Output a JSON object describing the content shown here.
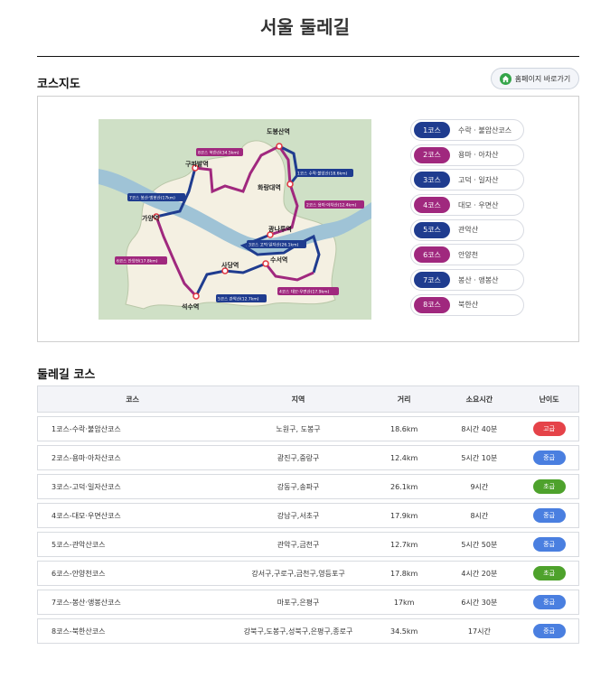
{
  "header": {
    "title": "서울 둘레길"
  },
  "map_section": {
    "title": "코스지도",
    "home_button_label": "홈페이지 바로가기",
    "map_labels": {
      "stations": [
        "도봉산역",
        "구파발역",
        "화랑대역",
        "가양역",
        "광나루역",
        "사당역",
        "수서역",
        "석수역"
      ],
      "course_tags": [
        "8코스 북한산(34.5km)",
        "1코스 수락·불암산(18.6km)",
        "7코스 봉산·앵봉산(17km)",
        "2코스 용마·아차산(12.4km)",
        "3코스 고덕·일자산(26.1km)",
        "6코스 안양천(17.8km)",
        "5코스 관악산(12.7km)",
        "4코스 대모·우면산(17.9km)"
      ]
    },
    "legend": [
      {
        "badge": "1코스",
        "label": "수락 · 불암산코스",
        "color": "#1f3c8f"
      },
      {
        "badge": "2코스",
        "label": "용마 · 아차산",
        "color": "#a0287e"
      },
      {
        "badge": "3코스",
        "label": "고덕 · 일자산",
        "color": "#1f3c8f"
      },
      {
        "badge": "4코스",
        "label": "대모 · 우면산",
        "color": "#a0287e"
      },
      {
        "badge": "5코스",
        "label": "관악산",
        "color": "#1f3c8f"
      },
      {
        "badge": "6코스",
        "label": "안양천",
        "color": "#a0287e"
      },
      {
        "badge": "7코스",
        "label": "봉산 · 앵봉산",
        "color": "#1f3c8f"
      },
      {
        "badge": "8코스",
        "label": "북한산",
        "color": "#a0287e"
      }
    ]
  },
  "courses_section": {
    "title": "둘레길 코스",
    "headers": {
      "course": "코스",
      "area": "지역",
      "distance": "거리",
      "time": "소요시간",
      "level": "난이도"
    },
    "rows": [
      {
        "course": "1코스-수락·불암산코스",
        "area": "노원구, 도봉구",
        "distance": "18.6km",
        "time": "8시간 40분",
        "level": "고급",
        "level_color": "#e54349"
      },
      {
        "course": "2코스-용마·아차산코스",
        "area": "광진구,중랑구",
        "distance": "12.4km",
        "time": "5시간 10분",
        "level": "중급",
        "level_color": "#4a7fe0"
      },
      {
        "course": "3코스-고덕·일자산코스",
        "area": "강동구,송파구",
        "distance": "26.1km",
        "time": "9시간",
        "level": "초급",
        "level_color": "#4ea22c"
      },
      {
        "course": "4코스-대모·우면산코스",
        "area": "강남구,서초구",
        "distance": "17.9km",
        "time": "8시간",
        "level": "중급",
        "level_color": "#4a7fe0"
      },
      {
        "course": "5코스-관악산코스",
        "area": "관악구,금천구",
        "distance": "12.7km",
        "time": "5시간 50분",
        "level": "중급",
        "level_color": "#4a7fe0"
      },
      {
        "course": "6코스-안양천코스",
        "area": "강서구,구로구,금천구,영등포구",
        "distance": "17.8km",
        "time": "4시간 20분",
        "level": "초급",
        "level_color": "#4ea22c"
      },
      {
        "course": "7코스-봉산·앵봉산코스",
        "area": "마포구,은평구",
        "distance": "17km",
        "time": "6시간 30분",
        "level": "중급",
        "level_color": "#4a7fe0"
      },
      {
        "course": "8코스-북한산코스",
        "area": "강북구,도봉구,성북구,은평구,종로구",
        "distance": "34.5km",
        "time": "17시간",
        "level": "중급",
        "level_color": "#4a7fe0"
      }
    ]
  }
}
